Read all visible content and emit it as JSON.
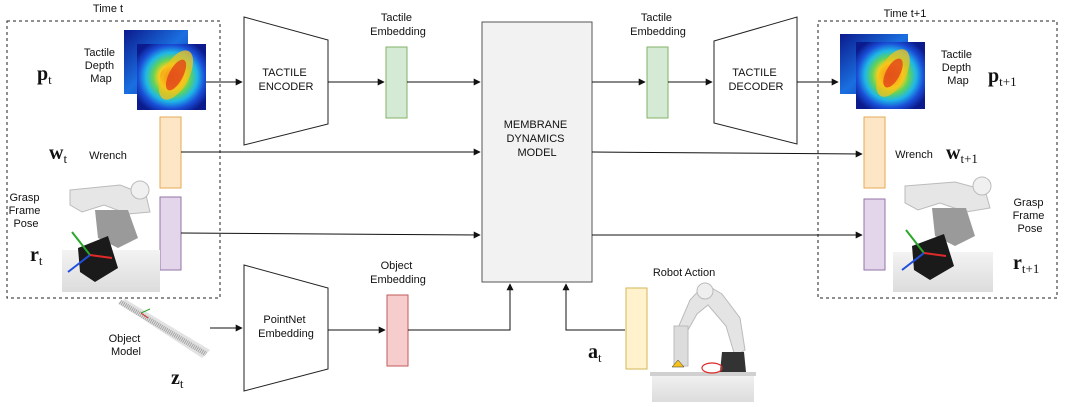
{
  "left_panel": {
    "time_label": "Time t",
    "tactile_label": [
      "Tactile",
      "Depth",
      "Map"
    ],
    "p_sym": "p",
    "p_sub": "t",
    "w_sym": "w",
    "w_sub": "t",
    "wrench_label": "Wrench",
    "grasp_label": [
      "Grasp",
      "Frame",
      "Pose"
    ],
    "r_sym": "r",
    "r_sub": "t"
  },
  "right_panel": {
    "time_label": "Time t+1",
    "tactile_label": [
      "Tactile",
      "Depth",
      "Map"
    ],
    "p_sym": "p",
    "p_sub": "t+1",
    "w_sym": "w",
    "w_sub": "t+1",
    "wrench_label": "Wrench",
    "grasp_label": [
      "Grasp",
      "Frame",
      "Pose"
    ],
    "r_sym": "r",
    "r_sub": "t+1"
  },
  "blocks": {
    "tactile_encoder": [
      "TACTILE",
      "ENCODER"
    ],
    "tactile_decoder": [
      "TACTILE",
      "DECODER"
    ],
    "pointnet": [
      "PointNet",
      "Embedding"
    ],
    "dynamics": [
      "MEMBRANE",
      "DYNAMICS",
      "MODEL"
    ]
  },
  "embeddings": {
    "tactile_in": [
      "Tactile",
      "Embedding"
    ],
    "tactile_out": [
      "Tactile",
      "Embedding"
    ],
    "object": [
      "Object",
      "Embedding"
    ]
  },
  "object_model": {
    "label": [
      "Object",
      "Model"
    ],
    "z_sym": "z",
    "z_sub": "t"
  },
  "action": {
    "label": "Robot Action",
    "a_sym": "a",
    "a_sub": "t"
  },
  "colors": {
    "green_fill": "#d5ead5",
    "green_stroke": "#82b366",
    "orange_fill": "#fde6c6",
    "orange_stroke": "#e6a955",
    "purple_fill": "#e3d6ea",
    "purple_stroke": "#9673a6",
    "red_fill": "#f6cccc",
    "red_stroke": "#c35a5a",
    "yellow_fill": "#fff2cc",
    "yellow_stroke": "#d6b656",
    "model_fill": "#f2f2f2",
    "model_stroke": "#555555"
  }
}
